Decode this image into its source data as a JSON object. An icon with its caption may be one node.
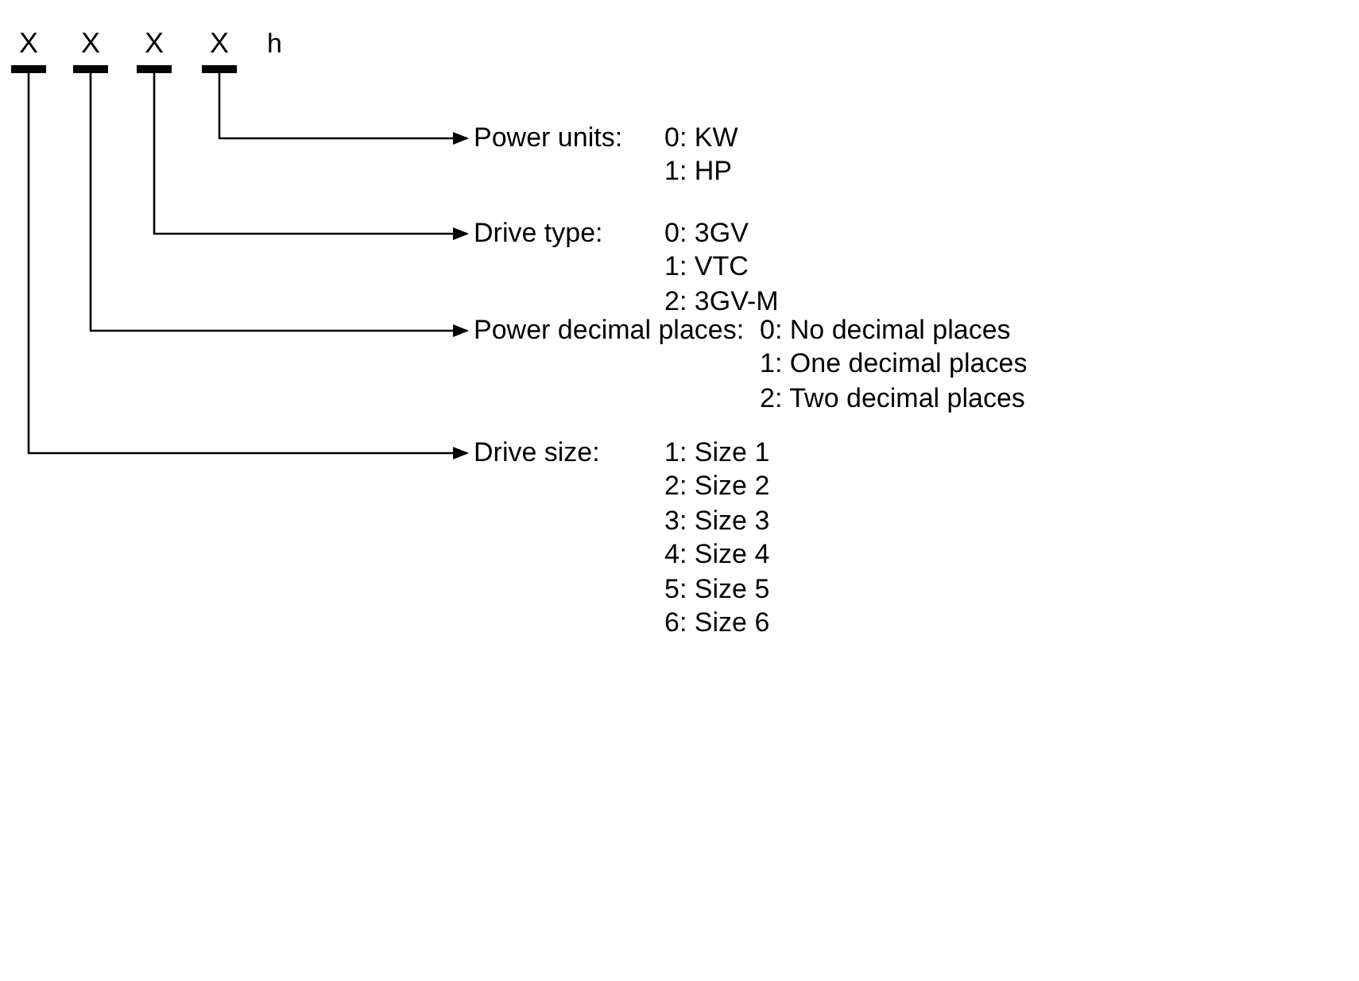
{
  "diagram": {
    "nodes": [
      {
        "text": [
          "X"
        ]
      },
      {
        "text": [
          "X"
        ]
      },
      {
        "text": [
          "X"
        ]
      },
      {
        "text": [
          "X"
        ]
      },
      {
        "text": [
          "Power units:"
        ],
        "beside": [
          "0: KW",
          "1: HP"
        ]
      },
      {
        "text": [
          "Drive type:"
        ],
        "beside": [
          "0: 3GV",
          "1: VTC",
          "2: 3GV-M"
        ]
      },
      {
        "text": [
          "Power decimal places:"
        ],
        "beside": [
          "0: No decimal places",
          "1: One decimal places",
          "2: Two decimal places"
        ]
      },
      {
        "text": [
          "Drive size:"
        ],
        "beside": [
          "1: Size 1",
          "2: Size 2",
          "3: Size 3",
          "4: Size 4",
          "5: Size 5",
          "6: Size 6"
        ]
      }
    ],
    "edges": [
      {
        "from": 3,
        "to": 4,
        "arrow": "to"
      },
      {
        "from": 2,
        "to": 5,
        "arrow": "to"
      },
      {
        "from": 1,
        "to": 6,
        "arrow": "to"
      },
      {
        "from": 0,
        "to": 7,
        "arrow": "to"
      }
    ],
    "labels": [
      "h"
    ]
  }
}
